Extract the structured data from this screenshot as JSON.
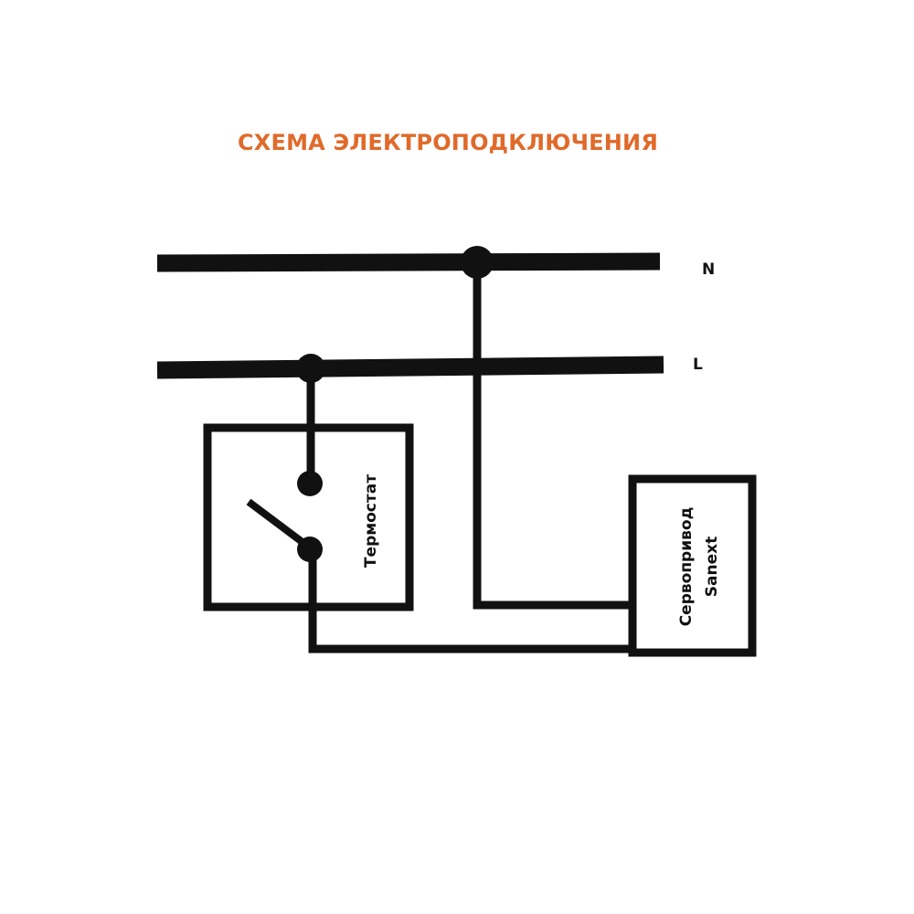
{
  "title": "СХЕМА ЭЛЕКТРОПОДКЛЮЧЕНИЯ",
  "buses": {
    "neutral_label": "N",
    "line_label": "L"
  },
  "thermostat": {
    "label": "Термостат"
  },
  "actuator": {
    "label_line1": "Сервопривод",
    "label_line2": "Sanext"
  },
  "colors": {
    "title": "#e06a2a",
    "wire": "#111111",
    "background": "#ffffff"
  }
}
